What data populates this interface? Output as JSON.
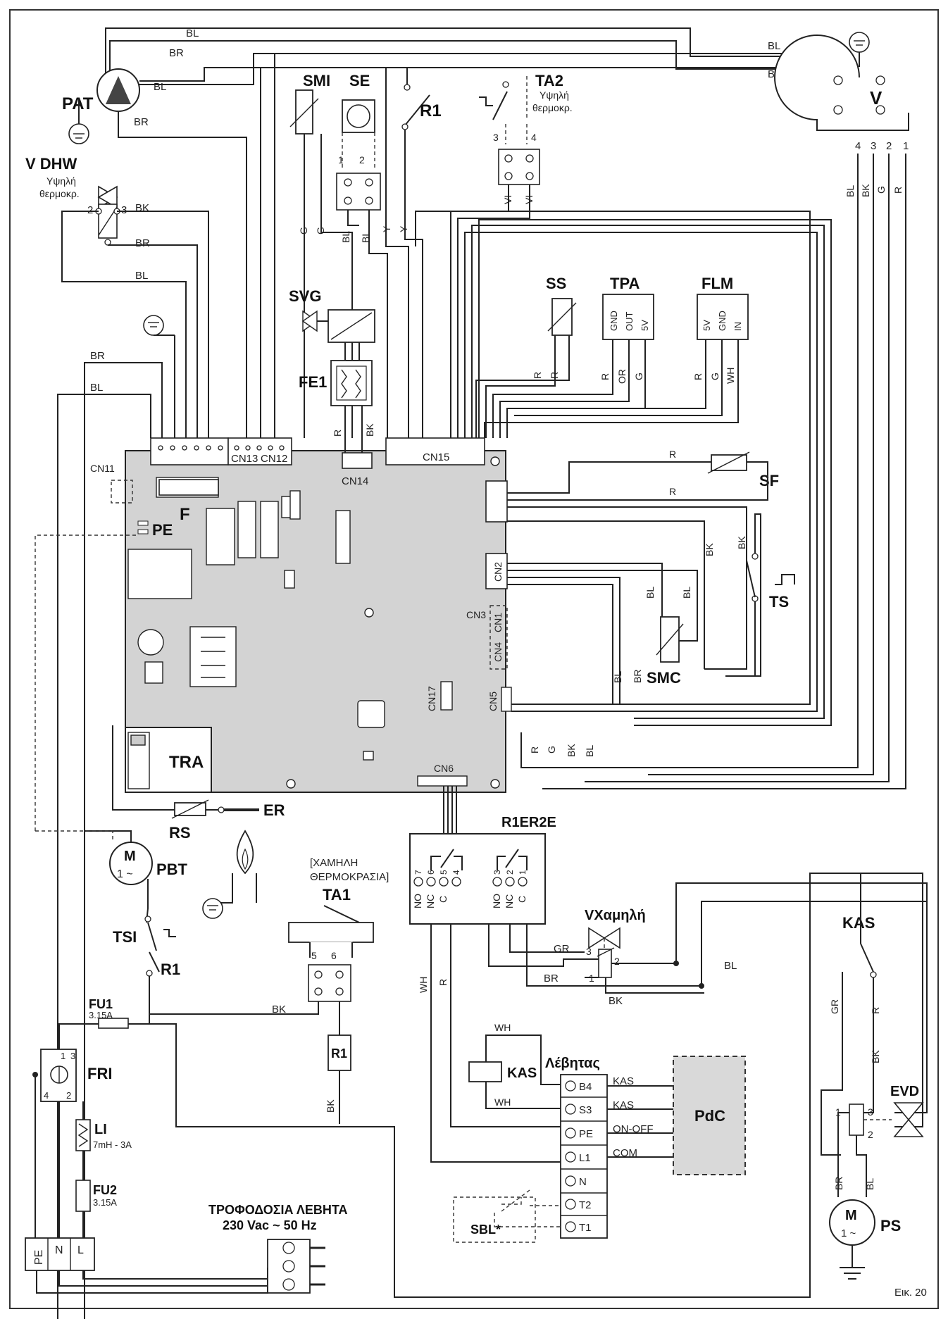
{
  "components": {
    "pat": "PAT",
    "v": "V",
    "smi": "SMI",
    "se": "SE",
    "r1_top": "R1",
    "ta2": "TA2",
    "ta2_note": "Υψηλή\nθερμοκρ.",
    "vdhw": "V DHW",
    "vdhw_note": "Υψηλή\nθερμοκρ.",
    "svg": "SVG",
    "fe1": "FE1",
    "ss": "SS",
    "tpa": "TPA",
    "flm": "FLM",
    "sf": "SF",
    "ts": "TS",
    "smc": "SMC",
    "f": "F",
    "pe": "PE",
    "tra": "TRA",
    "rs": "RS",
    "er": "ER",
    "pbt": "PBT",
    "tsi": "TSI",
    "r1_mid": "R1",
    "ta1": "TA1",
    "ta1_note": "[ΧΑΜΗΛΗ\nΘΕΡΜΟΚΡΑΣΙΑ]",
    "r1er2e": "R1ER2E",
    "vxamili": "VΧαμηλή",
    "kas_right": "KAS",
    "evd": "EVD",
    "ps": "PS",
    "fu1": "FU1",
    "fu1_val": "3.15A",
    "fri": "FRI",
    "li": "LI",
    "li_val": "7mH - 3A",
    "fu2": "FU2",
    "fu2_val": "3.15A",
    "kas_coil": "KAS",
    "levitas": "Λέβητας",
    "pdc": "PdC",
    "sbl": "SBL*",
    "r1_box": "R1",
    "m": "M"
  },
  "connectors": [
    "CN11",
    "CN13",
    "CN12",
    "CN14",
    "CN15",
    "CN2",
    "CN3",
    "CN1",
    "CN4",
    "CN17",
    "CN5",
    "CN6"
  ],
  "power": {
    "title": "ΤΡΟΦΟΔΟΣΙΑ ΛΕΒΗΤΑ",
    "spec": "230 Vac ~ 50 Hz",
    "terminals": [
      "PE",
      "N",
      "L"
    ]
  },
  "terminal_block": {
    "pins": [
      "B4",
      "S3",
      "PE",
      "L1",
      "N",
      "T2",
      "T1"
    ],
    "signals": [
      "KAS",
      "KAS",
      "ON-OFF",
      "COM"
    ]
  },
  "relay_pins": [
    "7",
    "6",
    "5",
    "4",
    "3",
    "2",
    "1"
  ],
  "relay_contacts": [
    "NO",
    "NC",
    "C",
    "NO",
    "NC",
    "C"
  ],
  "wire_colors": [
    "BL",
    "BR",
    "BK",
    "G",
    "R",
    "Y",
    "OR",
    "WH",
    "GR"
  ],
  "fan_pins": [
    "4",
    "3",
    "2",
    "1"
  ],
  "tpa_pins": [
    "GND",
    "OUT",
    "5V"
  ],
  "flm_pins": [
    "5V",
    "GND",
    "IN"
  ],
  "figure_ref": "Εικ. 20"
}
